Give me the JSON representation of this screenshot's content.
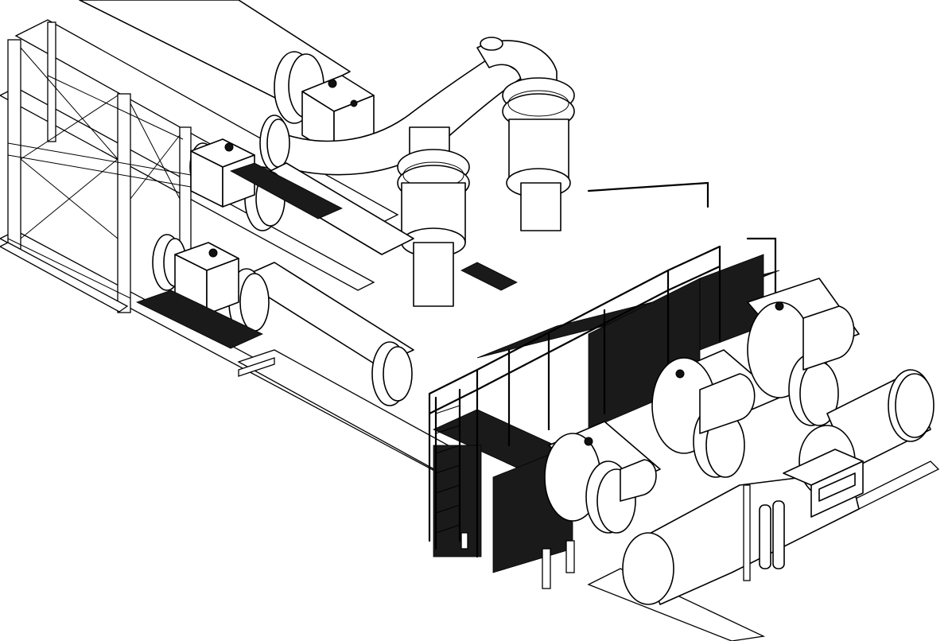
{
  "drawing": {
    "kind": "isometric line drawing",
    "colors": {
      "line": "#000000",
      "background": "#ffffff",
      "fill_dark": "#111111"
    },
    "components": [
      {
        "id": "left-pipe-rack",
        "icon": "structural-frame"
      },
      {
        "id": "upper-elbow-pipe",
        "icon": "pipe-elbow"
      },
      {
        "id": "vertical-flanged-pipes",
        "icon": "flanged-pipe",
        "count": 2
      },
      {
        "id": "horizontal-pipe-runs",
        "icon": "pipe",
        "count": 3
      },
      {
        "id": "actuator-boxes",
        "icon": "valve-actuator",
        "count": 3
      },
      {
        "id": "walkway-platform",
        "icon": "grated-platform"
      },
      {
        "id": "handrails",
        "icon": "handrail"
      },
      {
        "id": "ladder",
        "icon": "ladder"
      },
      {
        "id": "pig-launcher-vessels",
        "icon": "vessel",
        "count": 3
      },
      {
        "id": "front-vessel",
        "icon": "vessel"
      },
      {
        "id": "control-panel",
        "icon": "panel"
      },
      {
        "id": "gas-cylinders",
        "icon": "cylinder",
        "count": 2
      },
      {
        "id": "skid-base",
        "icon": "skid"
      }
    ]
  }
}
